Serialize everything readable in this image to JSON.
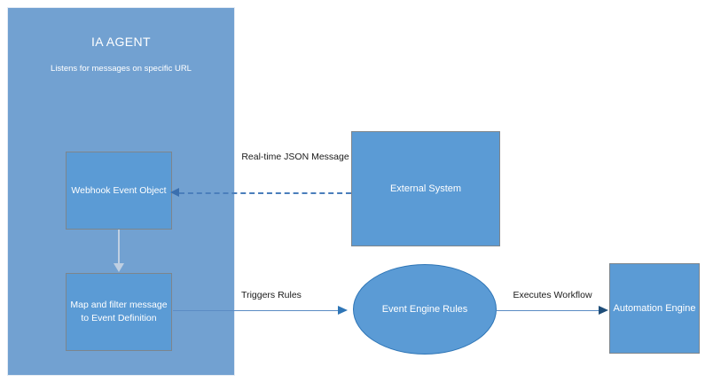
{
  "diagram": {
    "agent_panel": {
      "title": "IA AGENT",
      "subtitle": "Listens for messages on specific URL",
      "fill_color": "#72A1D1"
    },
    "nodes": [
      {
        "id": "webhook",
        "label": "Webhook Event Object",
        "shape": "rectangle",
        "fill_color": "#5B9BD5"
      },
      {
        "id": "map-filter",
        "label": "Map and filter message to Event Definition",
        "shape": "rectangle",
        "fill_color": "#5B9BD5"
      },
      {
        "id": "external-system",
        "label": "External System",
        "shape": "rectangle",
        "fill_color": "#5B9BD5"
      },
      {
        "id": "event-engine-rules",
        "label": "Event Engine Rules",
        "shape": "ellipse",
        "fill_color": "#5B9BD5"
      },
      {
        "id": "automation-engine",
        "label": "Automation Engine",
        "shape": "rectangle",
        "fill_color": "#5B9BD5"
      }
    ],
    "connectors": [
      {
        "id": "external-to-webhook",
        "label": "Real-time JSON Message",
        "style": "dashed",
        "from": "external-system",
        "to": "webhook",
        "color": "#4A7EBB"
      },
      {
        "id": "webhook-to-map",
        "label": "",
        "style": "solid",
        "from": "webhook",
        "to": "map-filter",
        "color": "#BFCFE2"
      },
      {
        "id": "map-to-rules",
        "label": "Triggers Rules",
        "style": "solid",
        "from": "map-filter",
        "to": "event-engine-rules",
        "color": "#5B8CC4"
      },
      {
        "id": "rules-to-automation",
        "label": "Executes Workflow",
        "style": "solid",
        "from": "event-engine-rules",
        "to": "automation-engine",
        "color": "#5B8CC4"
      }
    ]
  }
}
